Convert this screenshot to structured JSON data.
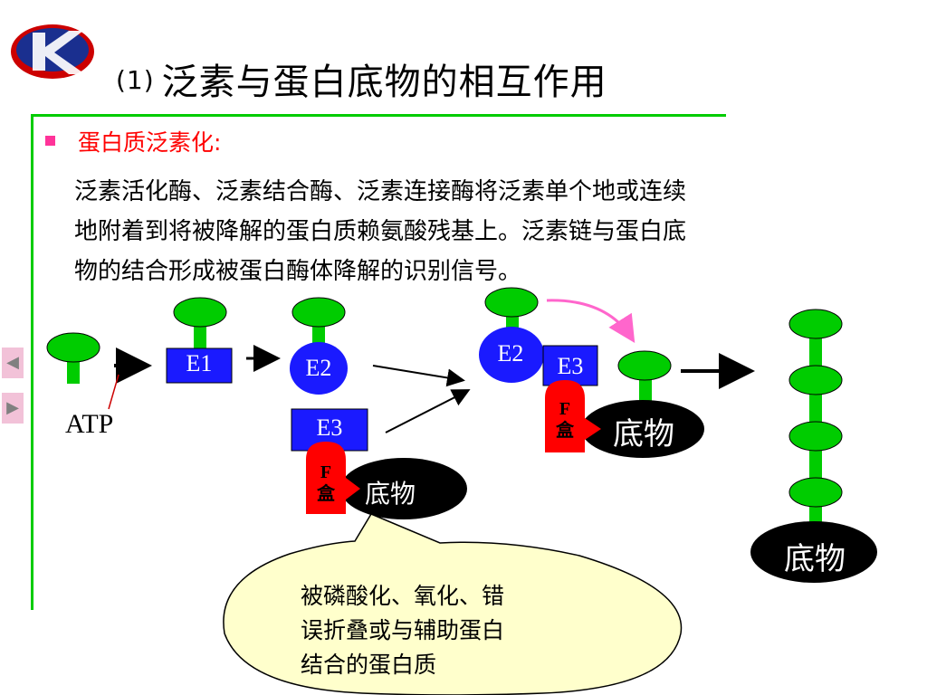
{
  "slide": {
    "title_number": "(1)",
    "title_text": "泛素与蛋白底物的相互作用",
    "bullet": "蛋白质泛素化:",
    "paragraph_lines": [
      "泛素活化酶、泛素结合酶、泛素连接酶将泛素单个地或连续",
      "地附着到将被降解的蛋白质赖氨酸残基上。泛素链与蛋白底",
      "物的结合形成被蛋白酶体降解的识别信号。"
    ]
  },
  "nav": {
    "prev": "◀",
    "next": "▶"
  },
  "diagram": {
    "atp_label": "ATP",
    "e1_label": "E1",
    "e2_label": "E2",
    "e3_label": "E3",
    "fbox_label": "F盒",
    "substrate_label": "底物",
    "callout_lines": [
      "被磷酸化、氧化、错",
      "误折叠或与辅助蛋白",
      "结合的蛋白质"
    ]
  },
  "colors": {
    "ubiquitin": "#00cc00",
    "enzyme": "#1a1aff",
    "fbox": "#ff0000",
    "substrate": "#000000",
    "callout": "#ffffcc",
    "arrow_pink": "#ff66cc",
    "divider": "#00cc00",
    "bullet_text": "#ff0000"
  }
}
